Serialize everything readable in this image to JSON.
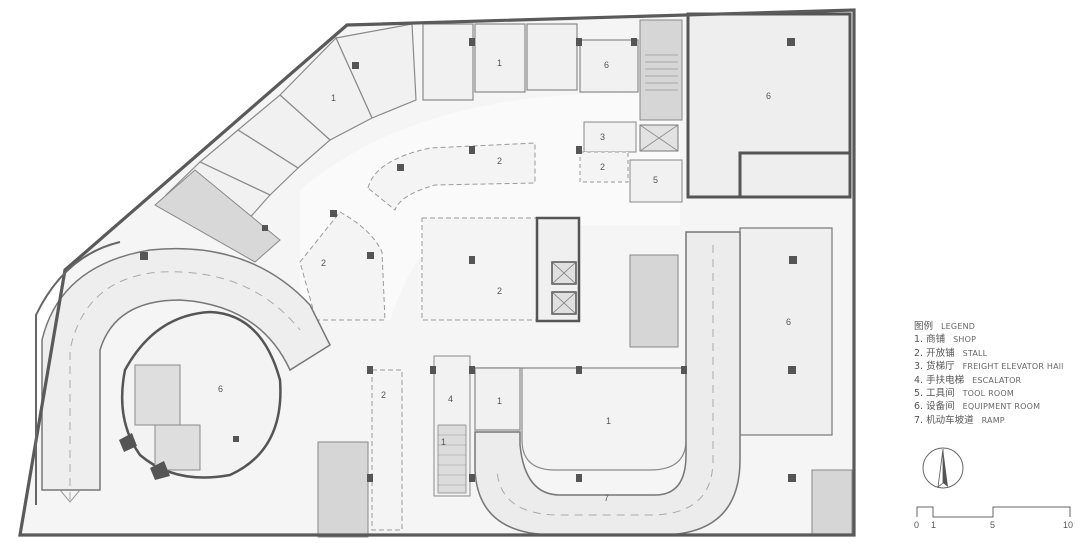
{
  "legend": {
    "title_cn": "图例",
    "title_en": "LEGEND",
    "items": [
      {
        "cn": "1. 商铺",
        "en": "SHOP"
      },
      {
        "cn": "2. 开放铺",
        "en": "STALL"
      },
      {
        "cn": "3. 货梯厅",
        "en": "FREIGHT ELEVATOR HAll"
      },
      {
        "cn": "4. 手扶电梯",
        "en": "ESCALATOR"
      },
      {
        "cn": "5. 工具间",
        "en": "TOOL ROOM"
      },
      {
        "cn": "6. 设备间",
        "en": "EQUIPMENT ROOM"
      },
      {
        "cn": "7. 机动车坡道",
        "en": "RAMP"
      }
    ]
  },
  "scale": {
    "ticks": [
      "0",
      "1",
      "5",
      "10"
    ]
  },
  "rooms": {
    "shop_a": "1",
    "shop_b": "1",
    "shop_c": "1",
    "shop_d": "1",
    "stall_a": "2",
    "stall_b": "2",
    "stall_c": "2",
    "stall_d": "2",
    "stall_e": "2",
    "freight": "3",
    "escalator": "4",
    "escalator_b": "1",
    "tool": "5",
    "equip_a": "6",
    "equip_b": "6",
    "equip_c": "6",
    "equip_d": "6",
    "ramp": "7"
  },
  "colors": {
    "wall": "#5f5f5f",
    "floor": "#f4f4f4",
    "core": "#e0e0e0",
    "line": "#8a8a8a"
  }
}
